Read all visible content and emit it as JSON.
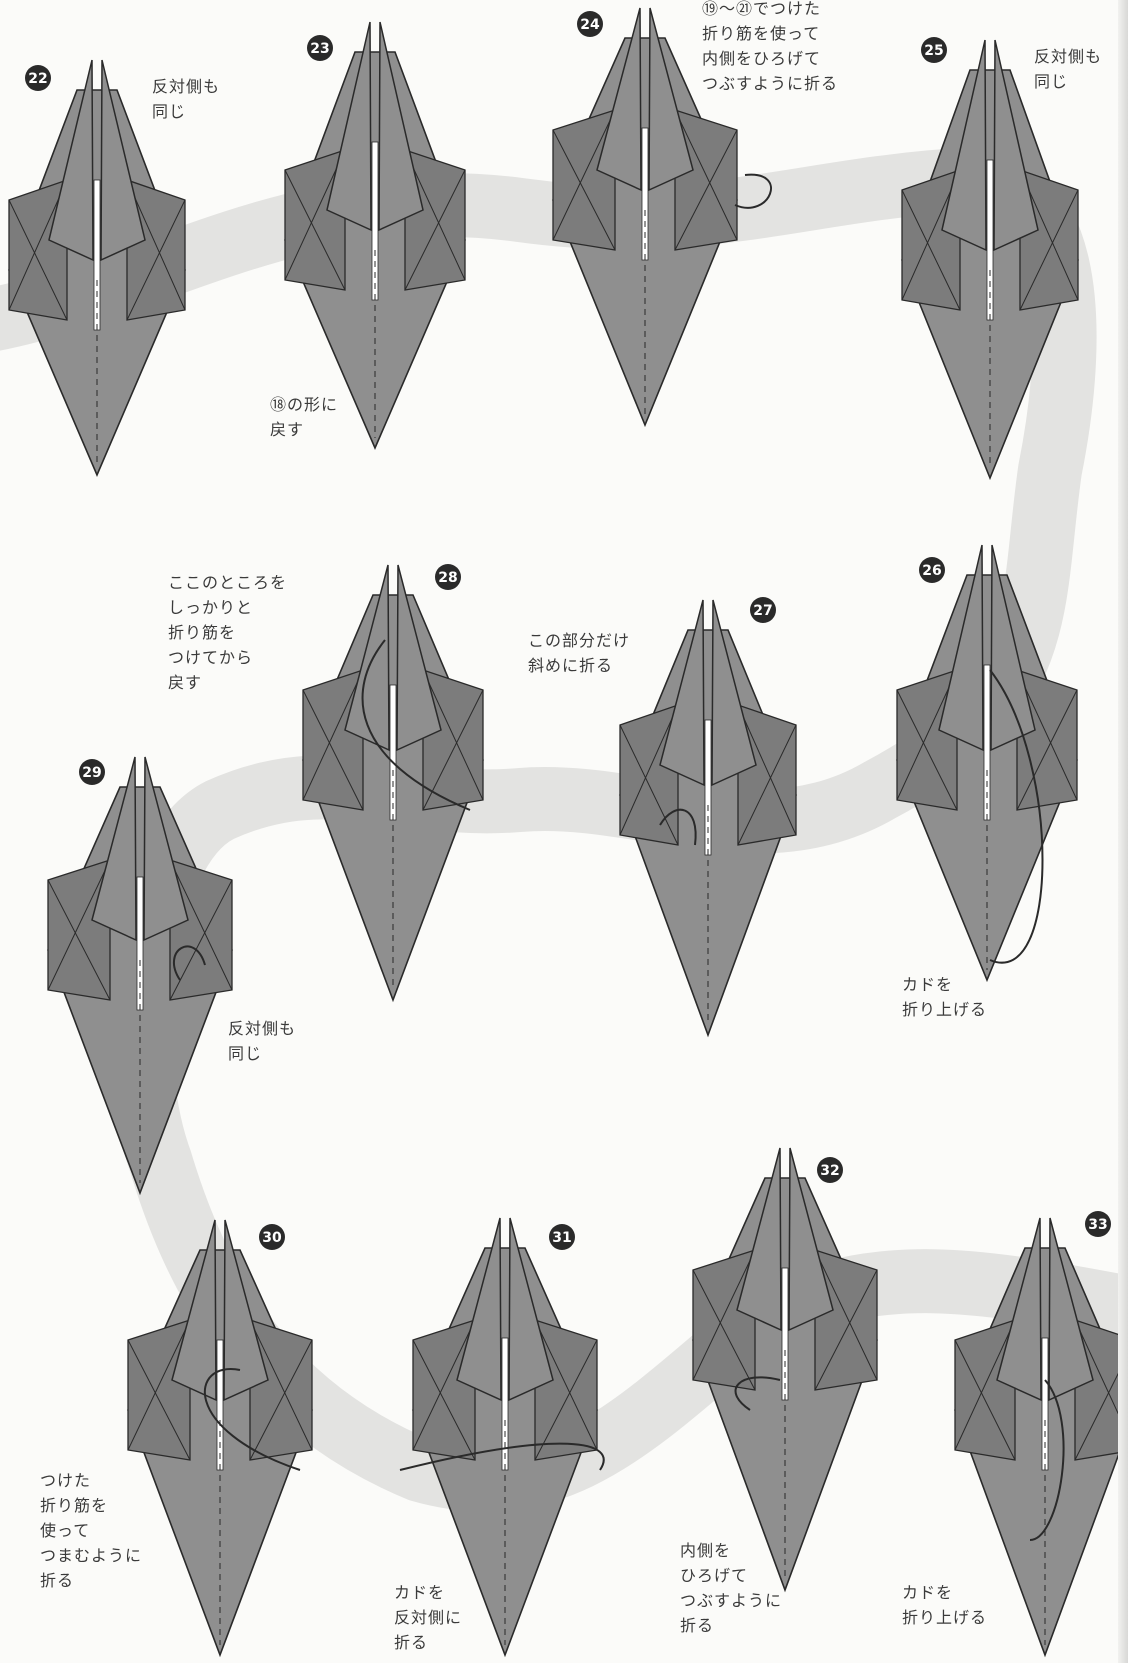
{
  "steps": [
    {
      "number": "22",
      "note": "反対側も\n同じ"
    },
    {
      "number": "23",
      "note": "⑱の形に\n戻す"
    },
    {
      "number": "24",
      "note": "⑲〜㉑でつけた\n折り筋を使って\n内側をひろげて\nつぶすように折る"
    },
    {
      "number": "25",
      "note": "反対側も\n同じ"
    },
    {
      "number": "26",
      "note": "カドを\n折り上げる"
    },
    {
      "number": "27",
      "note": "この部分だけ\n斜めに折る"
    },
    {
      "number": "28",
      "note": "ここのところを\nしっかりと\n折り筋を\nつけてから\n戻す"
    },
    {
      "number": "29",
      "note": "反対側も\n同じ"
    },
    {
      "number": "30",
      "note": "つけた\n折り筋を\n使って\nつまむように\n折る"
    },
    {
      "number": "31",
      "note": "カドを\n反対側に\n折る"
    },
    {
      "number": "32",
      "note": "内側を\nひろげて\nつぶすように\n折る"
    },
    {
      "number": "33",
      "note": "カドを\n折り上げる"
    }
  ],
  "colors": {
    "paper": "#fbfbf9",
    "model_fill": "#8f8f8f",
    "model_shade": "#7c7c7c",
    "model_line": "#2a2a2a",
    "path_band": "#e3e3e1",
    "badge": "#2a2a2a"
  }
}
